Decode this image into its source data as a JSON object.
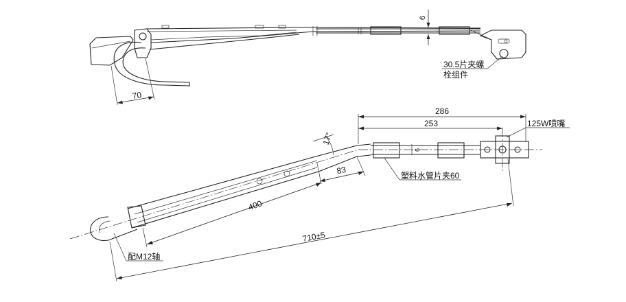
{
  "top_view": {
    "dim_length": "70",
    "dim_width": "6",
    "bolt_note_line1": "30.5片夹螺",
    "bolt_note_line2": "栓组件"
  },
  "bottom_view": {
    "dim_total": "286",
    "dim_inner": "253",
    "nozzle_note": "125W喷嘴",
    "angle": "17°",
    "dim_83": "83",
    "dim_400": "400",
    "clamp_note": "塑料水管片夹60",
    "dim_overall": "710±5",
    "shaft_note": "配M12轴",
    "dim_small": "6"
  }
}
